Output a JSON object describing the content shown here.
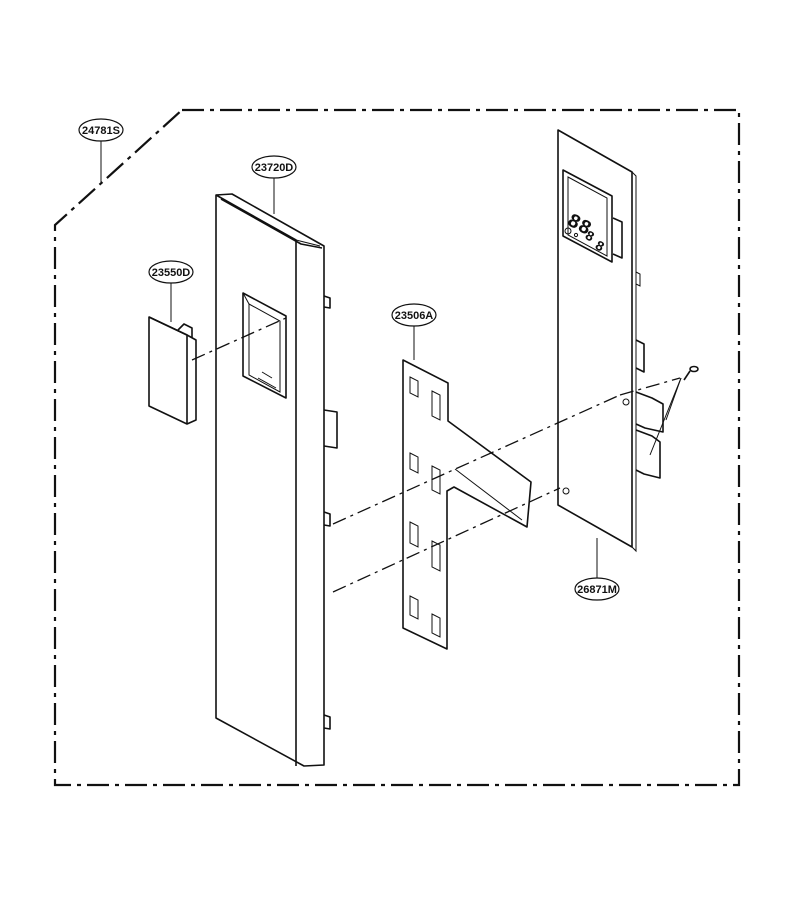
{
  "labels": {
    "assembly": "24781S",
    "front_panel": "23720D",
    "cover": "23550D",
    "sheet": "23506A",
    "pcb": "26871M"
  },
  "colors": {
    "line": "#111111",
    "background": "#ffffff"
  }
}
